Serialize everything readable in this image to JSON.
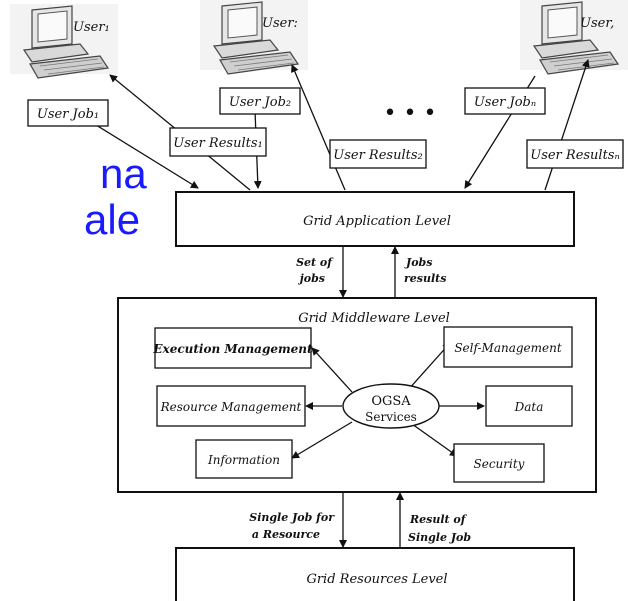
{
  "background_text": [
    "na",
    "ale"
  ],
  "users": [
    {
      "label": "User₁"
    },
    {
      "label": "User:"
    },
    {
      "label": "User,"
    }
  ],
  "user_jobs": [
    "User Job₁",
    "User Job₂",
    "User Jobₙ"
  ],
  "user_results": [
    "User Results₁",
    "User Results₂",
    "User Resultsₙ"
  ],
  "ellipsis": "• • •",
  "levels": {
    "application": "Grid Application Level",
    "middleware": "Grid Middleware Level",
    "resources": "Grid Resources Level"
  },
  "flows": {
    "set_of_jobs": [
      "Set of",
      "jobs"
    ],
    "jobs_results": [
      "Jobs",
      "results"
    ],
    "single_job": [
      "Single Job for",
      "a Resource"
    ],
    "result_single": [
      "Result of",
      "Single Job"
    ]
  },
  "ogsa": [
    "OGSA",
    "Services"
  ],
  "services": {
    "execution": "Execution Management",
    "resource": "Resource Management",
    "information": "Information",
    "self_management": "Self-Management",
    "data": "Data",
    "security": "Security"
  },
  "colors": {
    "accent_text": "#1a1aff",
    "lines": "#111111"
  }
}
